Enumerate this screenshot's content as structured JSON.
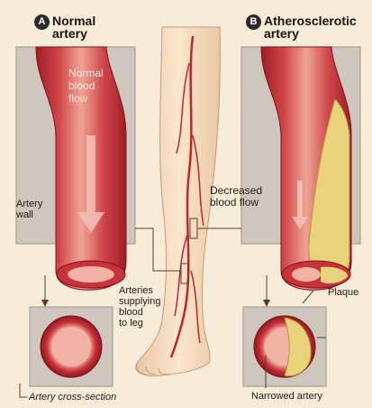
{
  "panel_a": {
    "badge": "A",
    "title": "Normal\nartery",
    "flow_label": "Normal\nblood\nflow",
    "wall_label": "Artery\nwall",
    "cross_section_label": "Artery cross-section"
  },
  "panel_b": {
    "badge": "B",
    "title": "Atherosclerotic\nartery",
    "flow_label": "Decreased\nblood flow",
    "plaque_label": "Plaque",
    "narrowed_label": "Narrowed artery"
  },
  "center": {
    "arteries_label": "Arteries\nsupplying\nblood\nto leg"
  },
  "colors": {
    "background": "#f6ecd8",
    "panel_bg": "#cfc7bd",
    "artery_dark": "#b3262e",
    "artery_light": "#e58a7e",
    "plaque": "#e8d27a",
    "skin": "#f7ddbf"
  }
}
